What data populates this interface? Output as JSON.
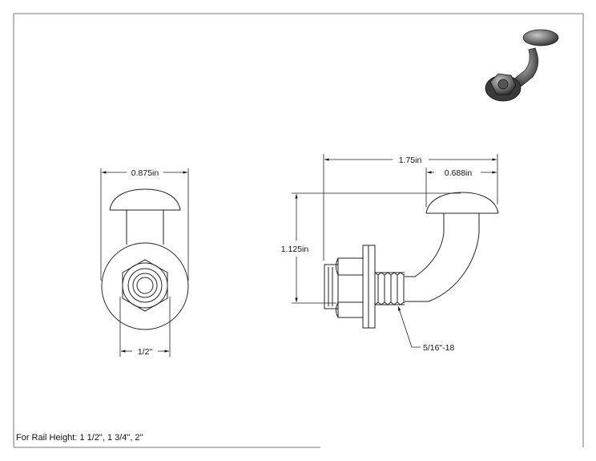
{
  "drawing": {
    "front_view": {
      "width_label": "0.875in",
      "thread_label": "1/2\""
    },
    "side_view": {
      "overall_length_label": "1.75in",
      "head_offset_label": "0.688in",
      "height_label": "1.125in",
      "thread_spec_label": "5/16\"-18"
    },
    "note": "For Rail Height: 1 1/2\", 1 3/4\", 2\""
  }
}
